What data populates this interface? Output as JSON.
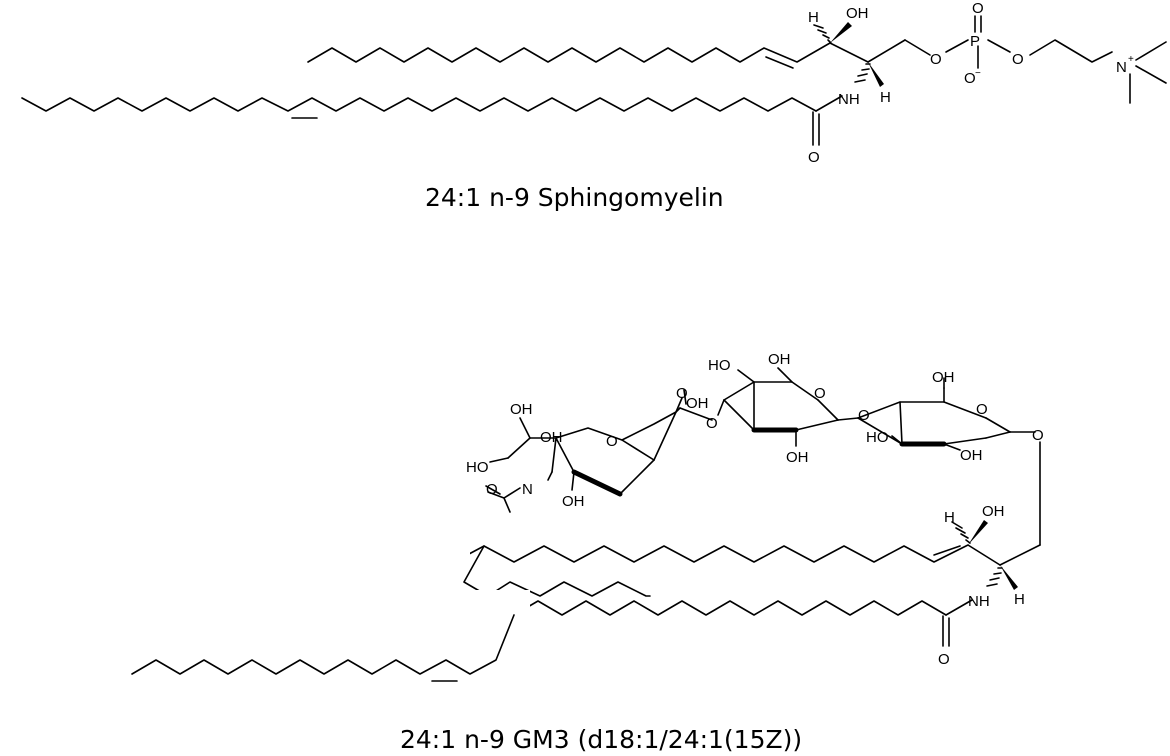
{
  "captions": {
    "sphingomyelin": "24:1 n-9 Sphingomyelin",
    "gm3": "24:1 n-9 GM3 (d18:1/24:1(15Z))"
  },
  "atoms": {
    "H": "H",
    "OH": "OH",
    "HO": "HO",
    "O": "O",
    "P": "P",
    "N": "N",
    "NH": "NH",
    "NHacetyl": "N",
    "minus": "−",
    "plus": "+"
  },
  "colors": {
    "ink": "#000000",
    "plus_charge": "#1f3fcf",
    "minus_charge": "#d11c1c"
  }
}
